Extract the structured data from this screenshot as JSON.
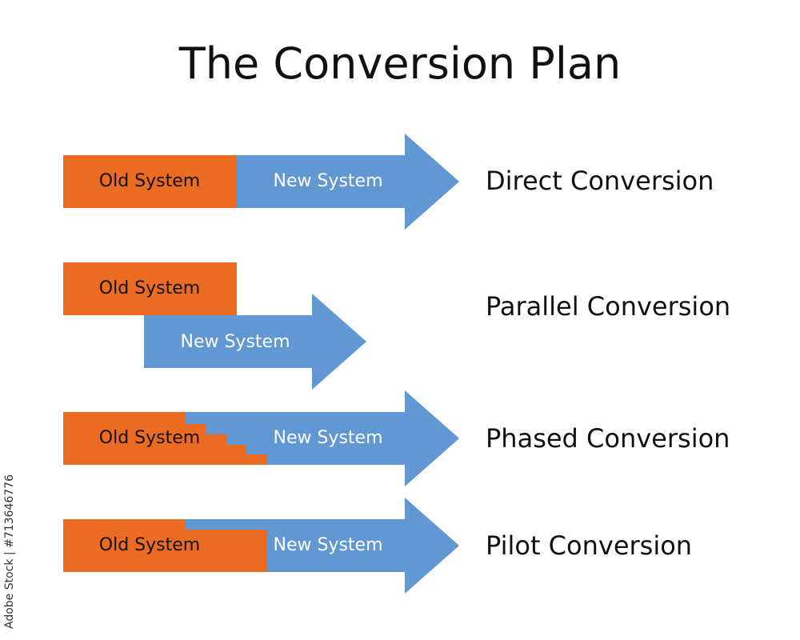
{
  "title": "The Conversion Plan",
  "colors": {
    "old_system": "#ec6b23",
    "new_system": "#6197d3",
    "new_label": "#ffffff",
    "old_label": "#111111"
  },
  "rows": [
    {
      "name": "Direct Conversion",
      "old_label": "Old System",
      "new_label": "New System"
    },
    {
      "name": "Parallel Conversion",
      "old_label": "Old System",
      "new_label": "New System"
    },
    {
      "name": "Phased Conversion",
      "old_label": "Old System",
      "new_label": "New System"
    },
    {
      "name": "Pilot Conversion",
      "old_label": "Old System",
      "new_label": "New System"
    }
  ],
  "watermark": "Adobe Stock | #713646776"
}
